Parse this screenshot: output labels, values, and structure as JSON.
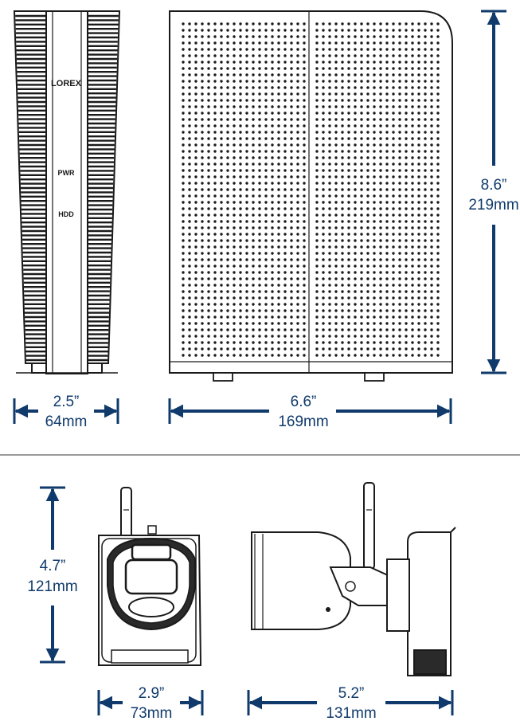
{
  "colors": {
    "dimension": "#0f3a6b",
    "outline": "#1a1a1a",
    "divider": "#9a9a9a"
  },
  "nvr": {
    "brand": "LOREX",
    "led_power": "PWR",
    "led_hdd": "HDD",
    "width": {
      "inch": "2.5”",
      "mm": "64mm"
    },
    "depth": {
      "inch": "6.6”",
      "mm": "169mm"
    },
    "height": {
      "inch": "8.6”",
      "mm": "219mm"
    }
  },
  "camera": {
    "height": {
      "inch": "4.7”",
      "mm": "121mm"
    },
    "width": {
      "inch": "2.9”",
      "mm": "73mm"
    },
    "depth": {
      "inch": "5.2”",
      "mm": "131mm"
    }
  }
}
